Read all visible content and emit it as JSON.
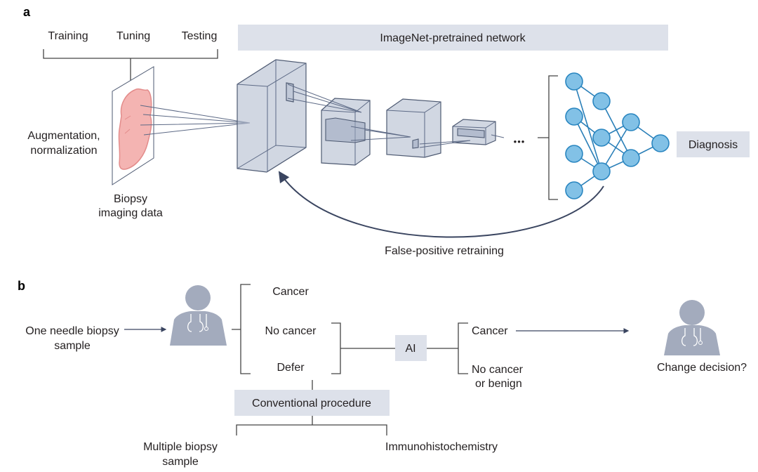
{
  "panel_a": {
    "label": "a",
    "split_labels": [
      "Training",
      "Tuning",
      "Testing"
    ],
    "preprocess_label_line1": "Augmentation,",
    "preprocess_label_line2": "normalization",
    "input_label_line1": "Biopsy",
    "input_label_line2": "imaging data",
    "network_title": "ImageNet-pretrained network",
    "ellipsis": "•••",
    "output_label": "Diagnosis",
    "feedback_label": "False-positive retraining"
  },
  "panel_b": {
    "label": "b",
    "input_line1": "One needle biopsy",
    "input_line2": "sample",
    "pathologist_options": [
      "Cancer",
      "No cancer",
      "Defer"
    ],
    "ai_label": "AI",
    "ai_outputs": [
      "Cancer",
      "No cancer",
      "or benign"
    ],
    "final_question": "Change decision?",
    "conventional_label": "Conventional procedure",
    "conventional_options": [
      "Multiple biopsy",
      "sample",
      "Immunohistochemistry"
    ]
  },
  "colors": {
    "label_box": "#dde1ea",
    "cube": "#b8c1d3",
    "node_fill": "#82c1e6",
    "node_stroke": "#2a86c0",
    "person": "#a3abbd",
    "tissue": "#f4b4b2"
  }
}
